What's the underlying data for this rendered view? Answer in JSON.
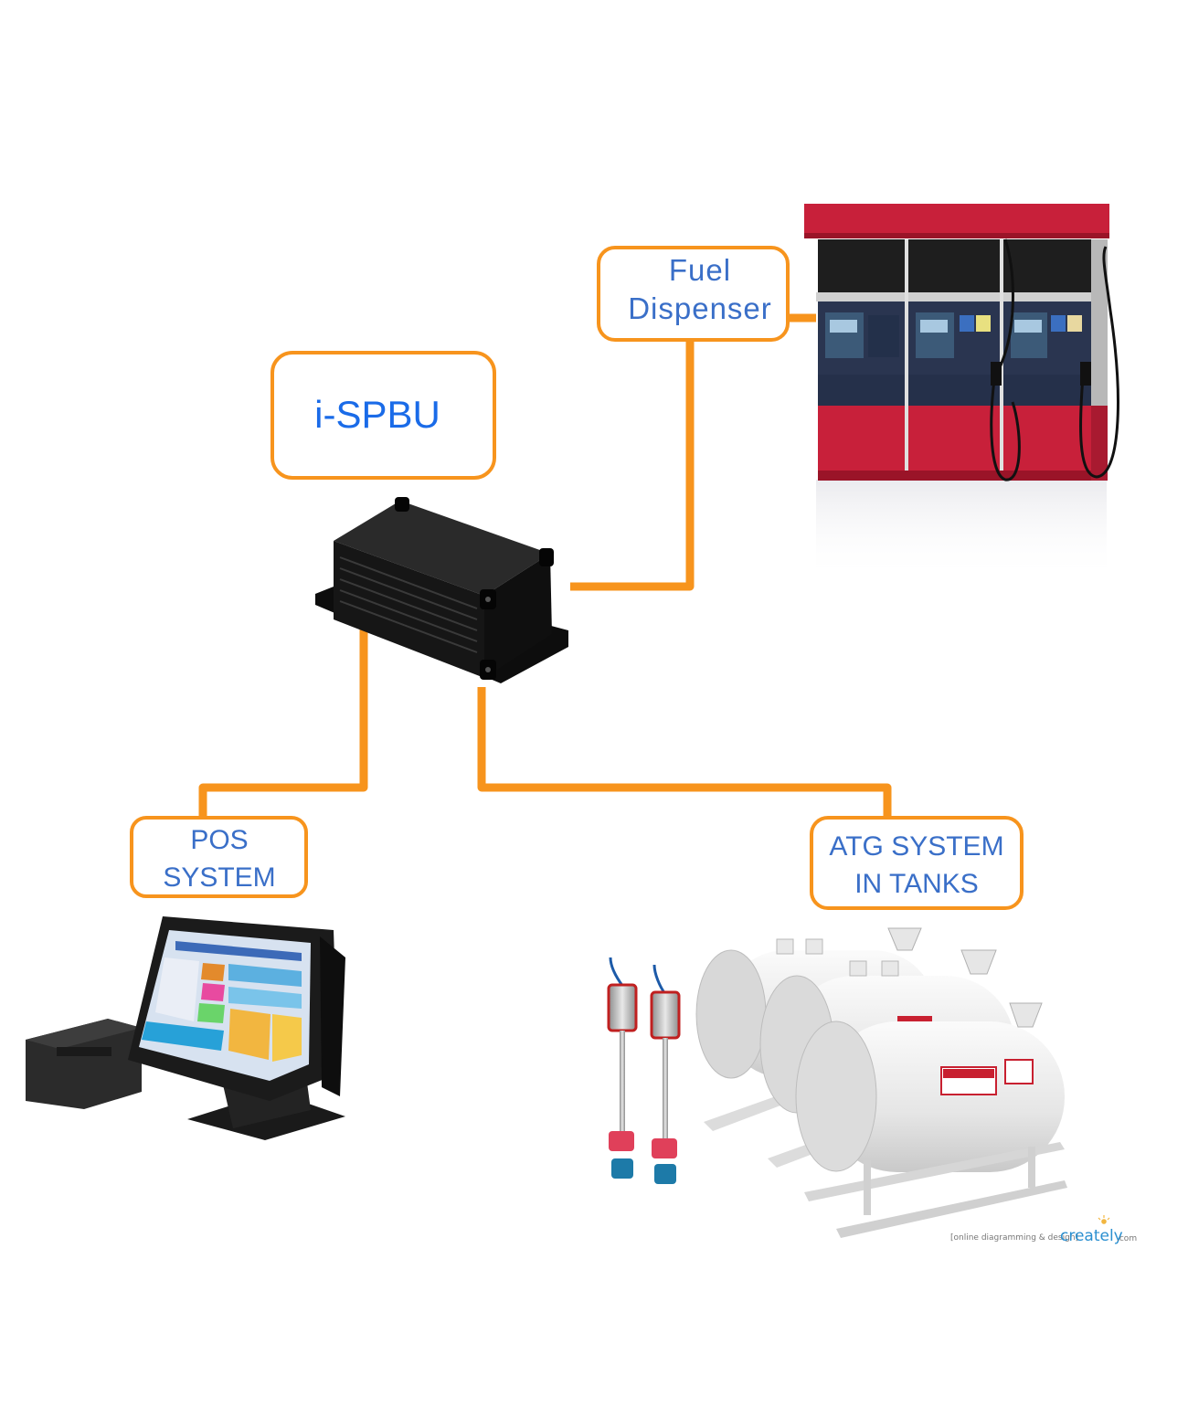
{
  "colors": {
    "connector": "#F7941D",
    "label_text_blue": "#3A6FC8",
    "title_text_blue": "#1A6BE8",
    "dispenser_red": "#C8203A",
    "dispenser_navy": "#2A3550",
    "device_black": "#151515",
    "tank_white": "#EFEFEF"
  },
  "nodes": {
    "ispbu": {
      "label": "i-SPBU",
      "icon": "ispbu-device-icon"
    },
    "fuel_dispenser": {
      "line1": "Fuel",
      "line2": "Dispenser",
      "icon": "fuel-dispenser-icon"
    },
    "pos_system": {
      "line1": "POS",
      "line2": "SYSTEM",
      "icon": "pos-terminal-icon"
    },
    "atg_system": {
      "line1": "ATG SYSTEM",
      "line2": "IN TANKS",
      "icon": "fuel-tanks-icon"
    }
  },
  "edges": [
    {
      "from": "ispbu",
      "to": "fuel_dispenser"
    },
    {
      "from": "ispbu",
      "to": "pos_system"
    },
    {
      "from": "ispbu",
      "to": "atg_system"
    }
  ],
  "watermark": {
    "tagline": "[online diagramming & design]",
    "brand": "creately",
    "suffix": ".com"
  }
}
